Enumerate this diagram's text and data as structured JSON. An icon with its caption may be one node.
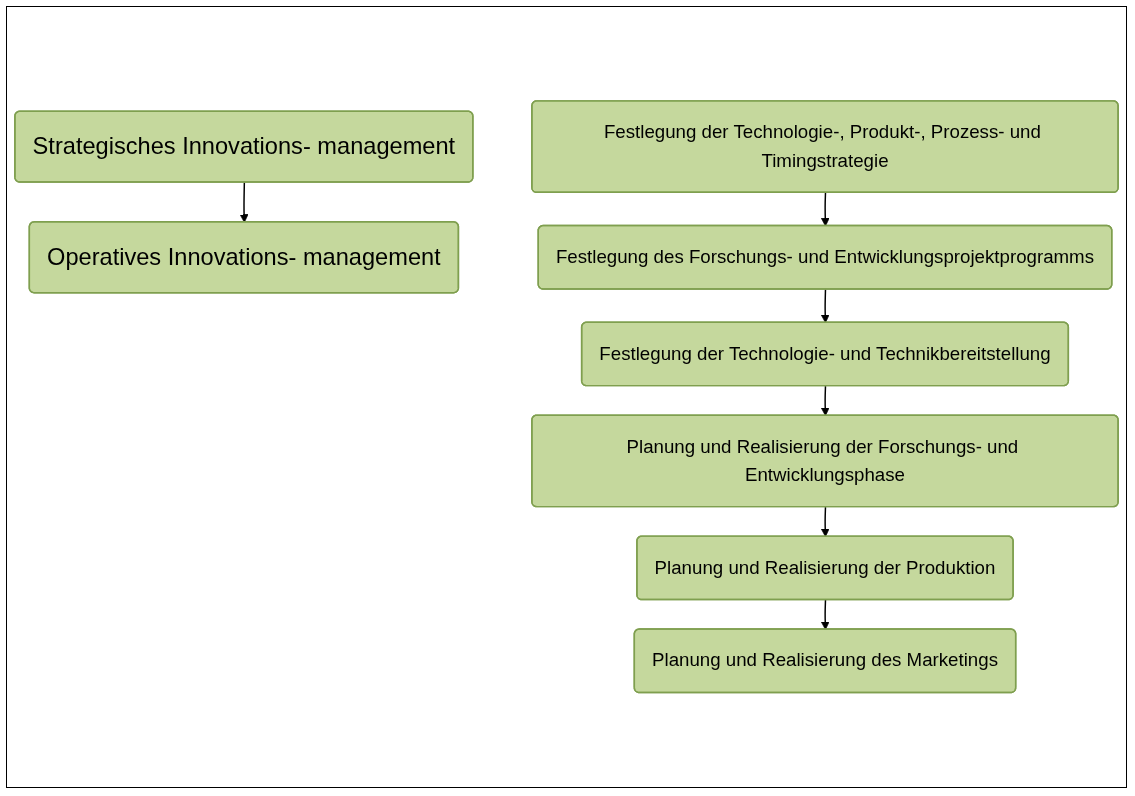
{
  "diagram": {
    "nodes": [
      {
        "text": [
          "Strategisches Innovations- management"
        ]
      },
      {
        "text": [
          "Operatives Innovations- management"
        ]
      },
      {
        "text": [
          "Festlegung der Technologie-, Produkt-, Prozess- und Timingstrategie"
        ]
      },
      {
        "text": [
          "Festlegung des Forschungs- und Entwicklungsprojektprogramms"
        ]
      },
      {
        "text": [
          "Festlegung der Technologie- und Technikbereitstellung"
        ]
      },
      {
        "text": [
          "Planung und Realisierung der Forschungs- und Entwicklungsphase"
        ]
      },
      {
        "text": [
          "Planung und Realisierung der Produktion"
        ]
      },
      {
        "text": [
          "Planung und Realisierung des Marketings"
        ]
      }
    ],
    "edges": [
      {
        "from": 0,
        "to": 1,
        "arrow": "to"
      },
      {
        "from": 2,
        "to": 3,
        "arrow": "to"
      },
      {
        "from": 3,
        "to": 4,
        "arrow": "to"
      },
      {
        "from": 4,
        "to": 5,
        "arrow": "to"
      },
      {
        "from": 5,
        "to": 6,
        "arrow": "to"
      },
      {
        "from": 6,
        "to": 7,
        "arrow": "to"
      }
    ]
  }
}
